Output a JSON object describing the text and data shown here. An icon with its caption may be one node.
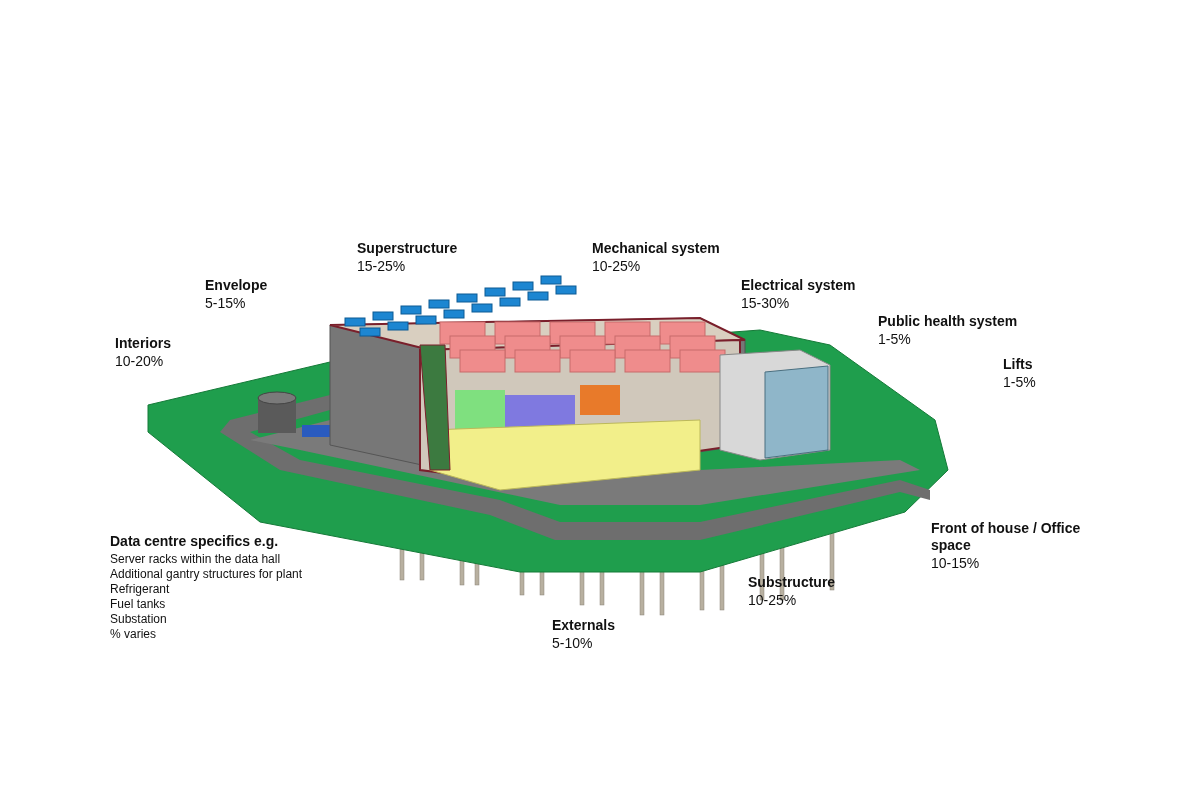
{
  "diagram": {
    "labels": [
      "Superstructure",
      "15-25%",
      "Mechanical system",
      "10-25%",
      "Envelope",
      "5-15%",
      "Electrical system",
      "15-30%",
      "Public health system",
      "1-5%",
      "Interiors",
      "10-20%",
      "Lifts",
      "1-5%",
      "Data centre specifics e.g.",
      "Server racks within the data hall",
      "Additional gantry structures for plant",
      "Refrigerant",
      "Fuel tanks",
      "Substation",
      "% varies",
      "Front of house / Office space",
      "10-15%",
      "Substructure",
      "10-25%",
      "Externals",
      "5-10%"
    ]
  }
}
